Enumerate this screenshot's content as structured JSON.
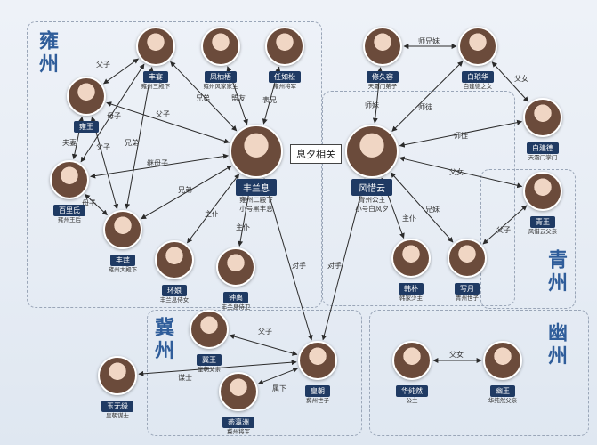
{
  "regions": {
    "yong": "雍州",
    "ji": "冀州",
    "qing": "青州",
    "you": "幽州"
  },
  "nodes": [
    {
      "id": "feng_yan",
      "name": "丰宴",
      "sub": [
        "雍州三殿下"
      ]
    },
    {
      "id": "feng_hu",
      "name": "凤柚梧",
      "sub": [
        "雍州风家家主"
      ]
    },
    {
      "id": "ren_ruo",
      "name": "任如松",
      "sub": [
        "雍州将军"
      ]
    },
    {
      "id": "yong_wang",
      "name": "雍王",
      "sub": []
    },
    {
      "id": "bai_li",
      "name": "百里氏",
      "sub": [
        "雍州王后"
      ]
    },
    {
      "id": "feng_lan",
      "name": "丰兰息",
      "sub": [
        "雍州二殿下",
        "小号黑丰息"
      ]
    },
    {
      "id": "feng_ying",
      "name": "丰莛",
      "sub": [
        "雍州大殿下"
      ]
    },
    {
      "id": "huan_niang",
      "name": "环娘",
      "sub": [
        "丰兰息侍女"
      ]
    },
    {
      "id": "zhong_li",
      "name": "钟离",
      "sub": [
        "丰兰息侍卫"
      ]
    },
    {
      "id": "xiu_jiu",
      "name": "修久容",
      "sub": [
        "天霜门弟子"
      ]
    },
    {
      "id": "bai_feng",
      "name": "白琅华",
      "sub": [
        "白建德之女"
      ]
    },
    {
      "id": "bai_jian",
      "name": "白建德",
      "sub": [
        "天霜门掌门"
      ]
    },
    {
      "id": "feng_xi",
      "name": "风惜云",
      "sub": [
        "青州公主",
        "小号白风夕"
      ]
    },
    {
      "id": "qing_wang",
      "name": "青王",
      "sub": [
        "风惜云父亲"
      ]
    },
    {
      "id": "han_pu",
      "name": "韩朴",
      "sub": [
        "韩家少主"
      ]
    },
    {
      "id": "xiu_yue",
      "name": "写月",
      "sub": [
        "青州世子"
      ]
    },
    {
      "id": "ji_wang",
      "name": "冀王",
      "sub": [
        "皇朝父亲"
      ]
    },
    {
      "id": "yu_wu",
      "name": "玉无缘",
      "sub": [
        "皇朝谋士"
      ]
    },
    {
      "id": "huang_chao",
      "name": "皇朝",
      "sub": [
        "冀州世子"
      ]
    },
    {
      "id": "yan_ying",
      "name": "燕瀛洲",
      "sub": [
        "冀州将军"
      ]
    },
    {
      "id": "hua_chun",
      "name": "华纯然",
      "sub": [
        "公主"
      ]
    },
    {
      "id": "you_wang",
      "name": "幽王",
      "sub": [
        "华纯然父亲"
      ]
    }
  ],
  "edges": [
    {
      "label": "父子"
    },
    {
      "label": "兄弟"
    },
    {
      "label": "盟友"
    },
    {
      "label": "表兄"
    },
    {
      "label": "夫妻"
    },
    {
      "label": "母子"
    },
    {
      "label": "父子"
    },
    {
      "label": "兄弟"
    },
    {
      "label": "继母子"
    },
    {
      "label": "兄弟"
    },
    {
      "label": "父子"
    },
    {
      "label": "母子"
    },
    {
      "label": "主仆"
    },
    {
      "label": "主仆"
    },
    {
      "label": "师兄妹"
    },
    {
      "label": "父女"
    },
    {
      "label": "师妹"
    },
    {
      "label": "师徒"
    },
    {
      "label": "师徒"
    },
    {
      "label": "父女"
    },
    {
      "label": "主仆"
    },
    {
      "label": "兄妹"
    },
    {
      "label": "父子"
    },
    {
      "label": "对手"
    },
    {
      "label": "对手"
    },
    {
      "label": "父子"
    },
    {
      "label": "谋士"
    },
    {
      "label": "属下"
    },
    {
      "label": "父女"
    }
  ],
  "center_relation": "息夕相关"
}
